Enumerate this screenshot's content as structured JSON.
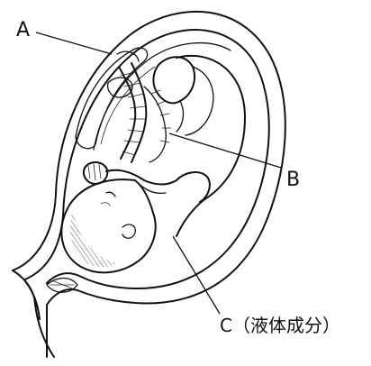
{
  "diagram": {
    "labels": {
      "a": "A",
      "b": "B",
      "c": "C（液体成分）"
    },
    "colors": {
      "ink": "#111111",
      "background": "#ffffff"
    }
  }
}
